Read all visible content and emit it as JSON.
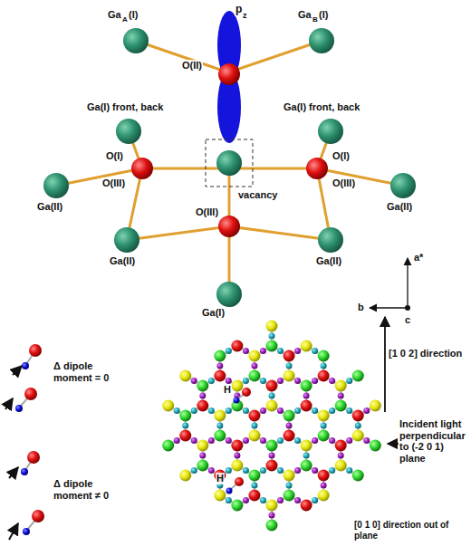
{
  "diagram": {
    "labels": [
      "p",
      "z",
      "Ga",
      "A",
      "(I)",
      "Ga",
      "B",
      "(I)",
      "O(II)",
      "Ga(I) front, back",
      "Ga(I) front, back",
      "O(I)",
      "O(I)",
      "Ga(II)",
      "Ga(II)",
      "O(III)",
      "O(III)",
      "vacancy",
      "O(III)",
      "Ga(II)",
      "Ga(II)",
      "Ga(I)",
      "a*",
      "b",
      "c",
      "Δ dipole moment = 0",
      "Δ dipole moment ≠ 0",
      "H",
      "H",
      "[1 0 2] direction",
      "Incident light perpendicular to (-2 0 1) plane",
      "[0 1 0] direction out of plane"
    ]
  }
}
